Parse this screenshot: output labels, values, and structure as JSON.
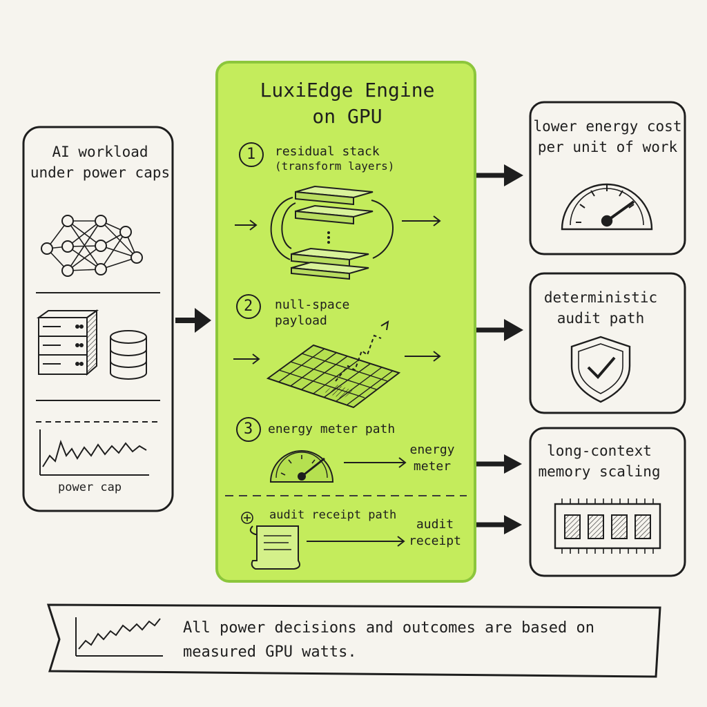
{
  "input_panel": {
    "title_line1": "AI workload",
    "title_line2": "under power caps",
    "power_cap_label": "power cap"
  },
  "engine": {
    "title_line1": "LuxiEdge Engine",
    "title_line2": "on GPU",
    "steps": [
      {
        "number": "1",
        "label_line1": "residual stack",
        "label_line2": "(transform layers)"
      },
      {
        "number": "2",
        "label_line1": "null-space",
        "label_line2": "payload"
      },
      {
        "number": "3",
        "label_line1": "energy meter path",
        "output_line1": "energy",
        "output_line2": "meter"
      }
    ],
    "audit": {
      "label": "audit receipt path",
      "output_line1": "audit",
      "output_line2": "receipt"
    }
  },
  "outputs": [
    {
      "line1": "lower energy cost",
      "line2": "per unit of work",
      "icon": "gauge-icon"
    },
    {
      "line1": "deterministic",
      "line2": "audit path",
      "icon": "shield-check-icon"
    },
    {
      "line1": "long-context",
      "line2": "memory scaling",
      "icon": "memory-chip-icon"
    }
  ],
  "footer": {
    "text": "All power decisions and outcomes are based on measured GPU watts.",
    "icon": "line-chart-icon"
  },
  "colors": {
    "engine_fill": "#c4ec5c",
    "engine_border": "#8cc63c",
    "ink": "#1e1e1e",
    "paper": "#f6f4ee"
  }
}
